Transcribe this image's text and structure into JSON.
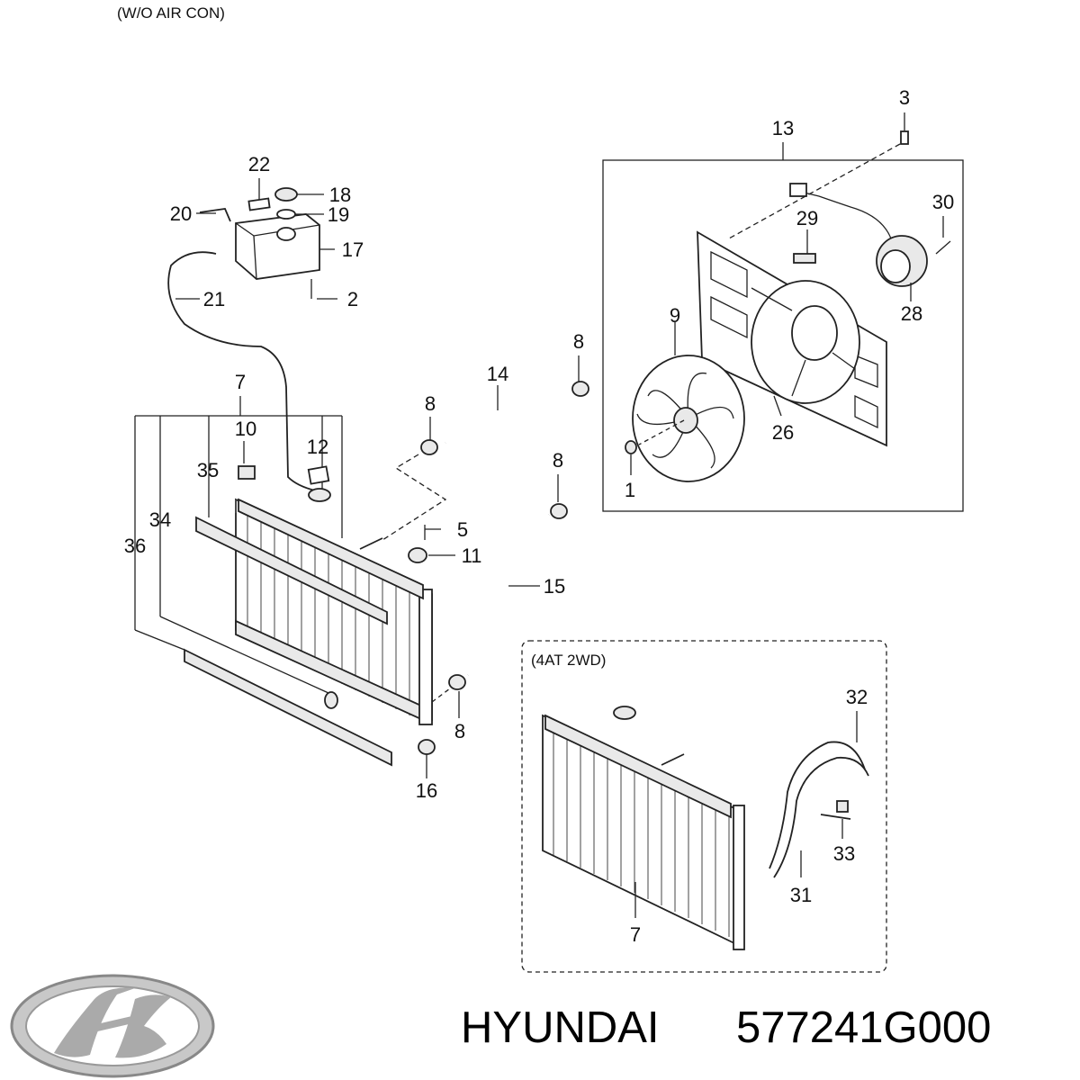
{
  "captions": {
    "top_note": "(W/O AIR CON)",
    "variant_note": "(4AT 2WD)"
  },
  "callouts": {
    "c1": "1",
    "c2": "2",
    "c3": "3",
    "c5": "5",
    "c7a": "7",
    "c7b": "7",
    "c8a": "8",
    "c8b": "8",
    "c8c": "8",
    "c8d": "8",
    "c9": "9",
    "c10": "10",
    "c11": "11",
    "c12": "12",
    "c13": "13",
    "c14": "14",
    "c15": "15",
    "c16": "16",
    "c17": "17",
    "c18": "18",
    "c19": "19",
    "c20": "20",
    "c21": "21",
    "c22": "22",
    "c26": "26",
    "c28": "28",
    "c29": "29",
    "c30": "30",
    "c31": "31",
    "c32": "32",
    "c33": "33",
    "c34": "34",
    "c35": "35",
    "c36": "36"
  },
  "footer": {
    "brand": "HYUNDAI",
    "part_number": "577241G000",
    "logo_icon": "hyundai-logo-icon"
  }
}
